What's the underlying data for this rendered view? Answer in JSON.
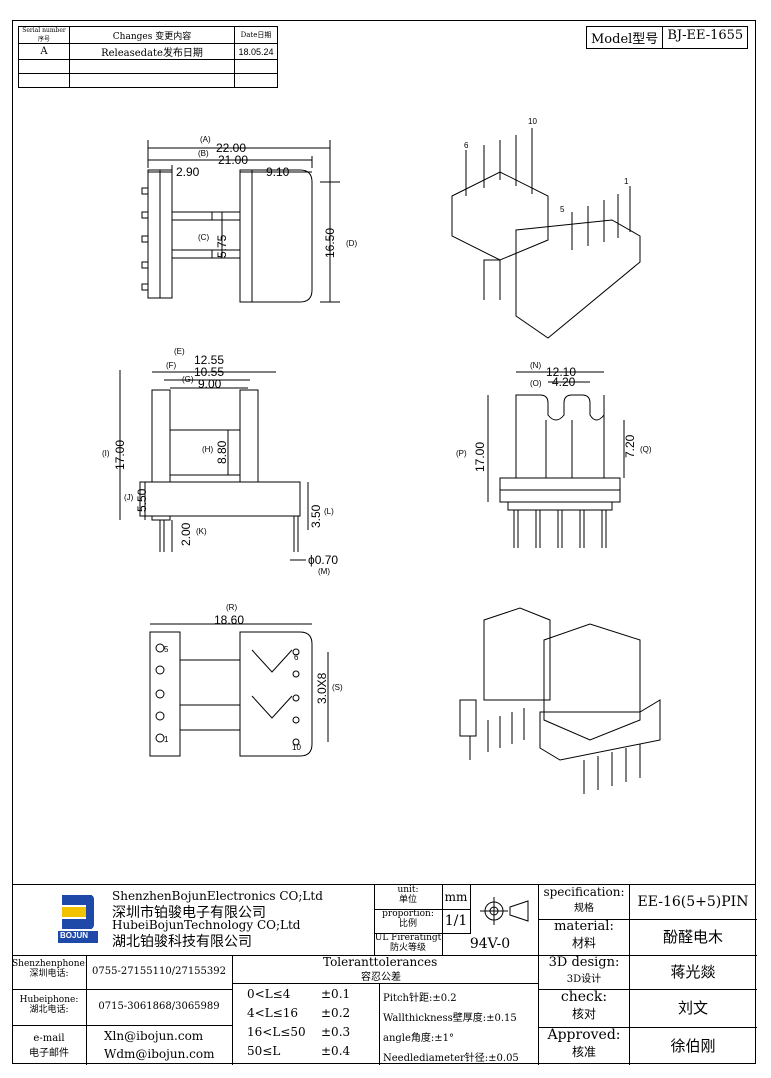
{
  "revision_table": {
    "headers": [
      "Serial number序号",
      "Changes 变更内容",
      "Date日期"
    ],
    "rows": [
      [
        "A",
        "Releasedate发布日期",
        "18.05.24"
      ],
      [
        "",
        "",
        ""
      ]
    ]
  },
  "model": {
    "label": "Model型号",
    "value": "BJ-EE-1655"
  },
  "dims": {
    "A": "(A)",
    "A_val": "22.00",
    "B": "(B)",
    "B_val": "21.00",
    "w290": "2.90",
    "w910": "9.10",
    "C": "(C)",
    "C_val": "5.75",
    "D": "(D)",
    "D_val": "16.50",
    "E": "(E)",
    "E_val": "12.55",
    "F": "(F)",
    "F_val": "10.55",
    "G": "(G)",
    "G_val": "9.00",
    "H": "(H)",
    "H_val": "8.80",
    "I": "(I)",
    "I_val": "17.00",
    "J": "(J)",
    "J_val": "5.50",
    "K": "(K)",
    "K_val": "2.00",
    "L": "(L)",
    "L_val": "3.50",
    "M": "(M)",
    "M_val": "ϕ0.70",
    "N": "(N)",
    "N_val": "12.10",
    "O": "(O)",
    "O_val": "4.20",
    "P": "(P)",
    "P_val": "17.00",
    "Q": "(Q)",
    "Q_val": "7.20",
    "R": "(R)",
    "R_val": "18.60",
    "S": "(S)",
    "S_val": "3.0X8",
    "pin6": "6",
    "pin10": "10",
    "pin5": "5",
    "pin1": "1"
  },
  "title_block": {
    "company_en1": "ShenzhenBojunElectronics CO;Ltd",
    "company_cn1": "深圳市铂骏电子有限公司",
    "company_en2": "HubeiBojunTechnology CO;Ltd",
    "company_cn2": "湖北铂骏科技有限公司",
    "logo_text": "BOJUN",
    "unit_label": "unit:",
    "unit_cn": "单位",
    "unit_value": "mm",
    "proportion_label": "proportion:",
    "proportion_cn": "比例",
    "proportion_value": "1/1",
    "ul_label": "UL Fireratingt",
    "ul_cn": "防火等级",
    "ul_value": "94V-0",
    "spec_label": "specification:",
    "spec_cn": "规格",
    "spec_value": "EE-16(5+5)PIN",
    "material_label": "material:",
    "material_cn": "材料",
    "material_value": "酚醛电木",
    "design_label": "3D design:",
    "design_cn": "3D设计",
    "design_value": "蒋光燚",
    "check_label": "check:",
    "check_cn": "核对",
    "check_value": "刘文",
    "approved_label": "Approved:",
    "approved_cn": "核准",
    "approved_value": "徐伯刚",
    "sz_phone_label": "Shenzhenphone:",
    "sz_phone_cn": "深圳电话:",
    "sz_phone": "0755-27155110/27155392",
    "hb_phone_label": "Hubeiphone:",
    "hb_phone_cn": "湖北电话:",
    "hb_phone": "0715-3061868/3065989",
    "email_label": "e-mail",
    "email_cn": "电子邮件",
    "email1": "Xln@ibojun.com",
    "email2": "Wdm@ibojun.com",
    "tol_title": "Toleranttolerances",
    "tol_cn": "容忍公差",
    "tol_rows": [
      {
        "range": "0<L≤4",
        "tol": "±0.1"
      },
      {
        "range": "4<L≤16",
        "tol": "±0.2"
      },
      {
        "range": "16<L≤50",
        "tol": "±0.3"
      },
      {
        "range": "50≤L",
        "tol": "±0.4"
      }
    ],
    "pitch": "Pitch针距:±0.2",
    "wall": "Wallthickness壁厚度:±0.15",
    "angle": "angle角度:±1°",
    "needle": "Needlediameter针径:±0.05"
  },
  "colors": {
    "logo_blue": "#1f49a8",
    "logo_yellow": "#f2c200"
  }
}
